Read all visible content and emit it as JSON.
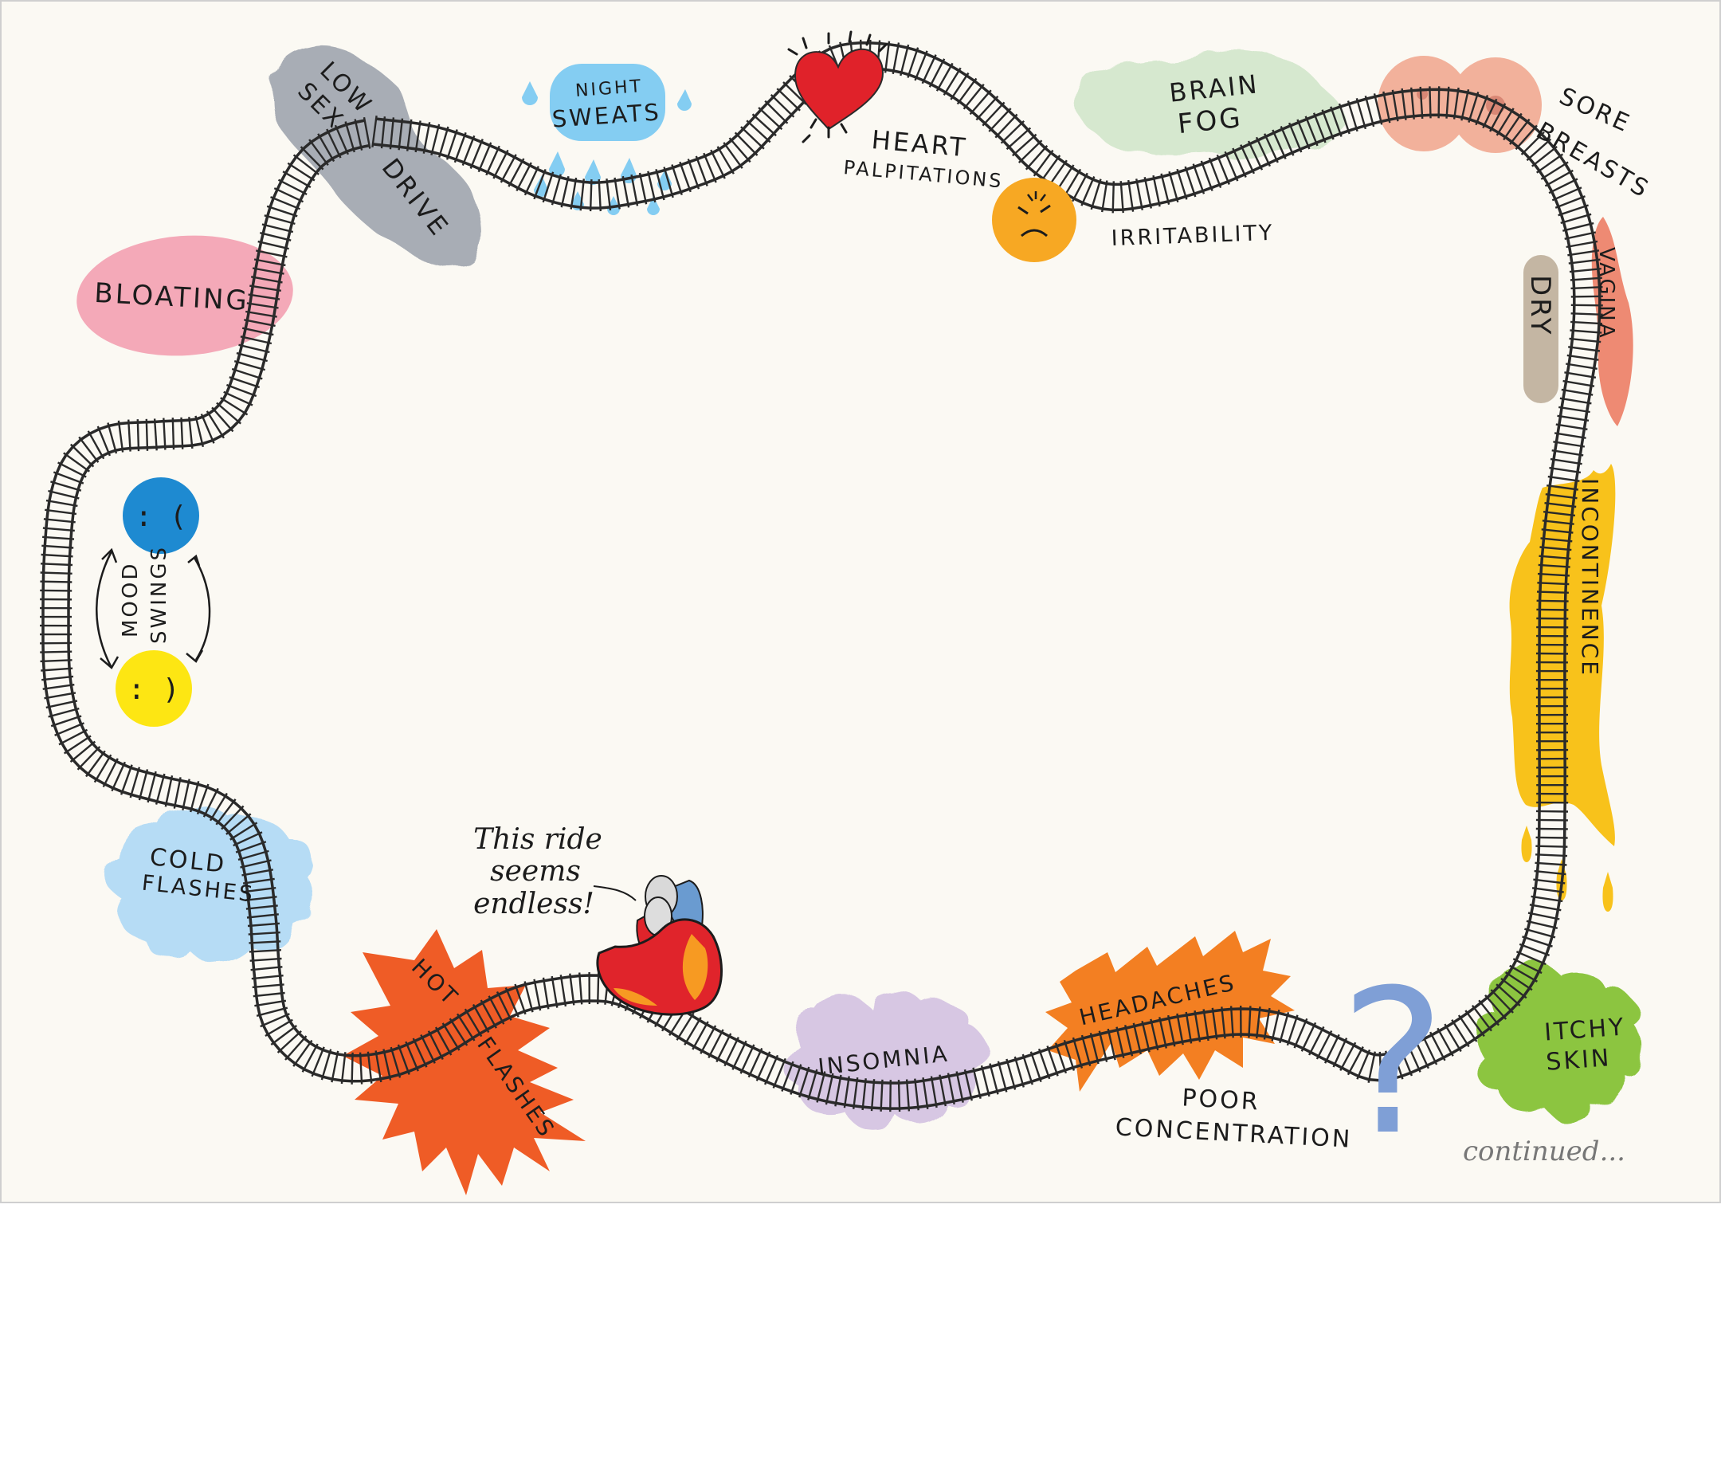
{
  "symptoms": {
    "low_sex": [
      "LOW",
      "SEX"
    ],
    "drive": "DRIVE",
    "night_sweats": [
      "NIGHT",
      "SWEATS"
    ],
    "heart_palpitations": [
      "HEART",
      "PALPITATIONS"
    ],
    "brain_fog": [
      "BRAIN",
      "FOG"
    ],
    "sore_breasts": [
      "SORE",
      "BREASTS"
    ],
    "irritability": "IRRITABILITY",
    "bloating": "BLOATING",
    "dry": "DRY",
    "vagina": "VAGINA",
    "incontinence": "INCONTINENCE",
    "mood_swings": [
      "MOOD",
      "SWINGS"
    ],
    "cold_flashes": [
      "COLD",
      "FLASHES"
    ],
    "hot": "HOT",
    "flashes": "FLASHES",
    "insomnia": "INSOMNIA",
    "headaches": "HEADACHES",
    "poor_concentration": [
      "POOR",
      "CONCENTRATION"
    ],
    "itchy_skin": [
      "ITCHY",
      "SKIN"
    ]
  },
  "speech_bubble": [
    "This ride",
    "seems",
    "endless!"
  ],
  "continued": "continued...",
  "emoticons": {
    "sad": ": (",
    "happy": ": )"
  },
  "question_mark": "?",
  "colors": {
    "background": "#fbf9f3",
    "track": "#2a2a2a",
    "low_sex_drive": "#a8adb5",
    "night_sweats": "#84cdf2",
    "heart": "#e0222a",
    "brain_fog": "#d6e8cf",
    "sore_breasts": "#f2b19b",
    "irritability": "#f7a823",
    "bloating": "#f4a9b8",
    "dry": "#c4b6a3",
    "vagina": "#ee8a73",
    "incontinence": "#f8c21b",
    "sad": "#1e8ad1",
    "happy": "#fde613",
    "cold_flashes": "#b6dcf5",
    "hot_flashes": "#ef5c26",
    "insomnia": "#d7c7e3",
    "headaches": "#f37f22",
    "question": "#7f9fd6",
    "itchy_skin": "#8cc540",
    "car": "#e0242b",
    "continued": "#777777"
  }
}
